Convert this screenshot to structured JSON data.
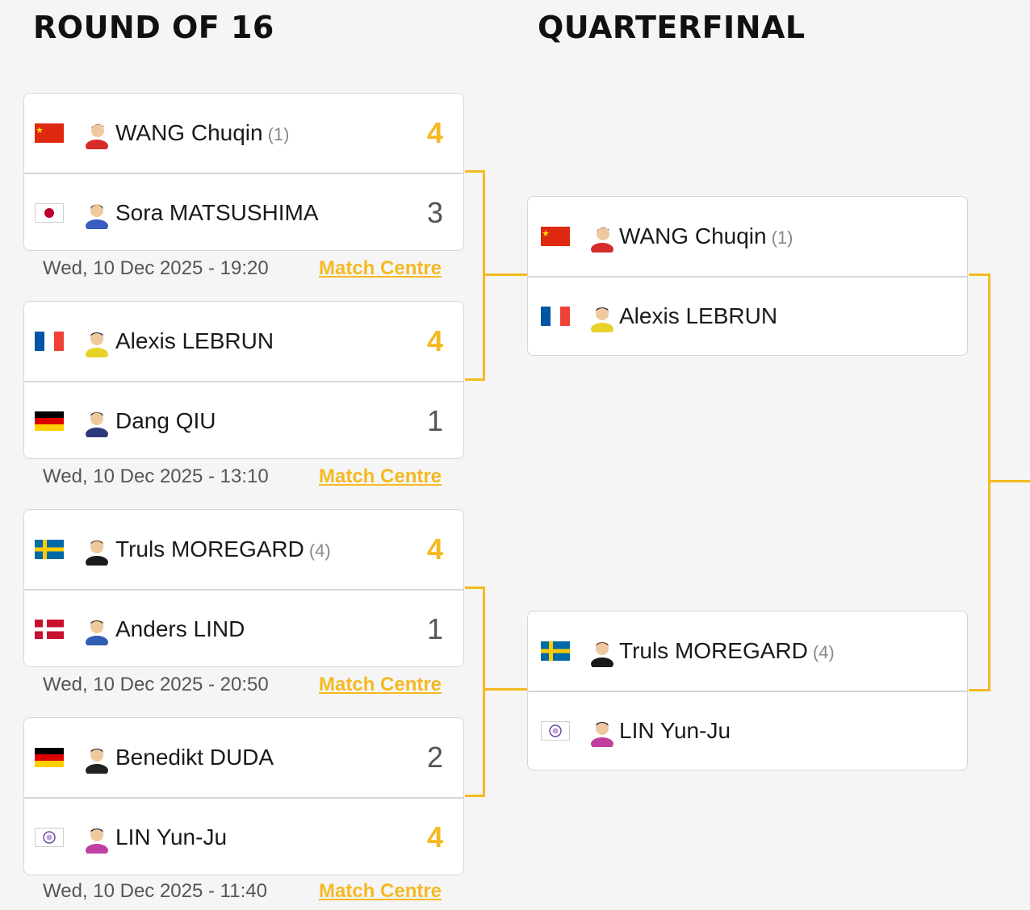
{
  "rounds": {
    "r16_title": "ROUND OF 16",
    "qf_title": "QUARTERFINAL"
  },
  "colors": {
    "accent": "#f5b921",
    "winner_score": "#f5b921",
    "loser_score": "#555555"
  },
  "r16": [
    {
      "players": [
        {
          "flag": "china-flag",
          "avatar": "player-avatar",
          "name": "WANG Chuqin",
          "seed": "(1)",
          "score": "4",
          "winner": true
        },
        {
          "flag": "japan-flag",
          "avatar": "player-avatar",
          "name": "Sora MATSUSHIMA",
          "seed": "",
          "score": "3",
          "winner": false
        }
      ],
      "datetime": "Wed, 10 Dec 2025 - 19:20",
      "link": "Match Centre"
    },
    {
      "players": [
        {
          "flag": "france-flag",
          "avatar": "player-avatar",
          "name": "Alexis LEBRUN",
          "seed": "",
          "score": "4",
          "winner": true
        },
        {
          "flag": "germany-flag",
          "avatar": "player-avatar",
          "name": "Dang QIU",
          "seed": "",
          "score": "1",
          "winner": false
        }
      ],
      "datetime": "Wed, 10 Dec 2025 - 13:10",
      "link": "Match Centre"
    },
    {
      "players": [
        {
          "flag": "sweden-flag",
          "avatar": "player-avatar",
          "name": "Truls MOREGARD",
          "seed": "(4)",
          "score": "4",
          "winner": true
        },
        {
          "flag": "denmark-flag",
          "avatar": "player-avatar",
          "name": "Anders LIND",
          "seed": "",
          "score": "1",
          "winner": false
        }
      ],
      "datetime": "Wed, 10 Dec 2025 - 20:50",
      "link": "Match Centre"
    },
    {
      "players": [
        {
          "flag": "germany-flag",
          "avatar": "player-avatar",
          "name": "Benedikt DUDA",
          "seed": "",
          "score": "2",
          "winner": false
        },
        {
          "flag": "chinese-taipei-flag",
          "avatar": "player-avatar",
          "name": "LIN Yun-Ju",
          "seed": "",
          "score": "4",
          "winner": true
        }
      ],
      "datetime": "Wed, 10 Dec 2025 - 11:40",
      "link": "Match Centre"
    }
  ],
  "qf": [
    {
      "players": [
        {
          "flag": "china-flag",
          "avatar": "player-avatar",
          "name": "WANG Chuqin",
          "seed": "(1)"
        },
        {
          "flag": "france-flag",
          "avatar": "player-avatar",
          "name": "Alexis LEBRUN",
          "seed": ""
        }
      ]
    },
    {
      "players": [
        {
          "flag": "sweden-flag",
          "avatar": "player-avatar",
          "name": "Truls MOREGARD",
          "seed": "(4)"
        },
        {
          "flag": "chinese-taipei-flag",
          "avatar": "player-avatar",
          "name": "LIN Yun-Ju",
          "seed": ""
        }
      ]
    }
  ]
}
